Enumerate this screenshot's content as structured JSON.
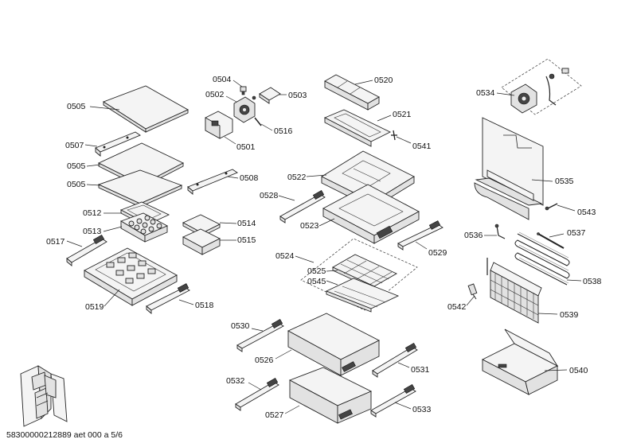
{
  "labels": {
    "p0505a": "0505",
    "p0507": "0507",
    "p0505b": "0505",
    "p0505c": "0505",
    "p0512": "0512",
    "p0513": "0513",
    "p0517": "0517",
    "p0519": "0519",
    "p0518": "0518",
    "p0514": "0514",
    "p0515": "0515",
    "p0508": "0508",
    "p0504": "0504",
    "p0502": "0502",
    "p0503": "0503",
    "p0516": "0516",
    "p0501": "0501",
    "p0520": "0520",
    "p0521": "0521",
    "p0541": "0541",
    "p0522": "0522",
    "p0528": "0528",
    "p0523": "0523",
    "p0529": "0529",
    "p0524": "0524",
    "p0525": "0525",
    "p0545": "0545",
    "p0530": "0530",
    "p0526": "0526",
    "p0531": "0531",
    "p0532": "0532",
    "p0527": "0527",
    "p0533": "0533",
    "p0534": "0534",
    "p0535": "0535",
    "p0543": "0543",
    "p0536": "0536",
    "p0537": "0537",
    "p0538": "0538",
    "p0542": "0542",
    "p0539": "0539",
    "p0540": "0540"
  },
  "footer": "58300000212889 aet 000 a 5/6"
}
